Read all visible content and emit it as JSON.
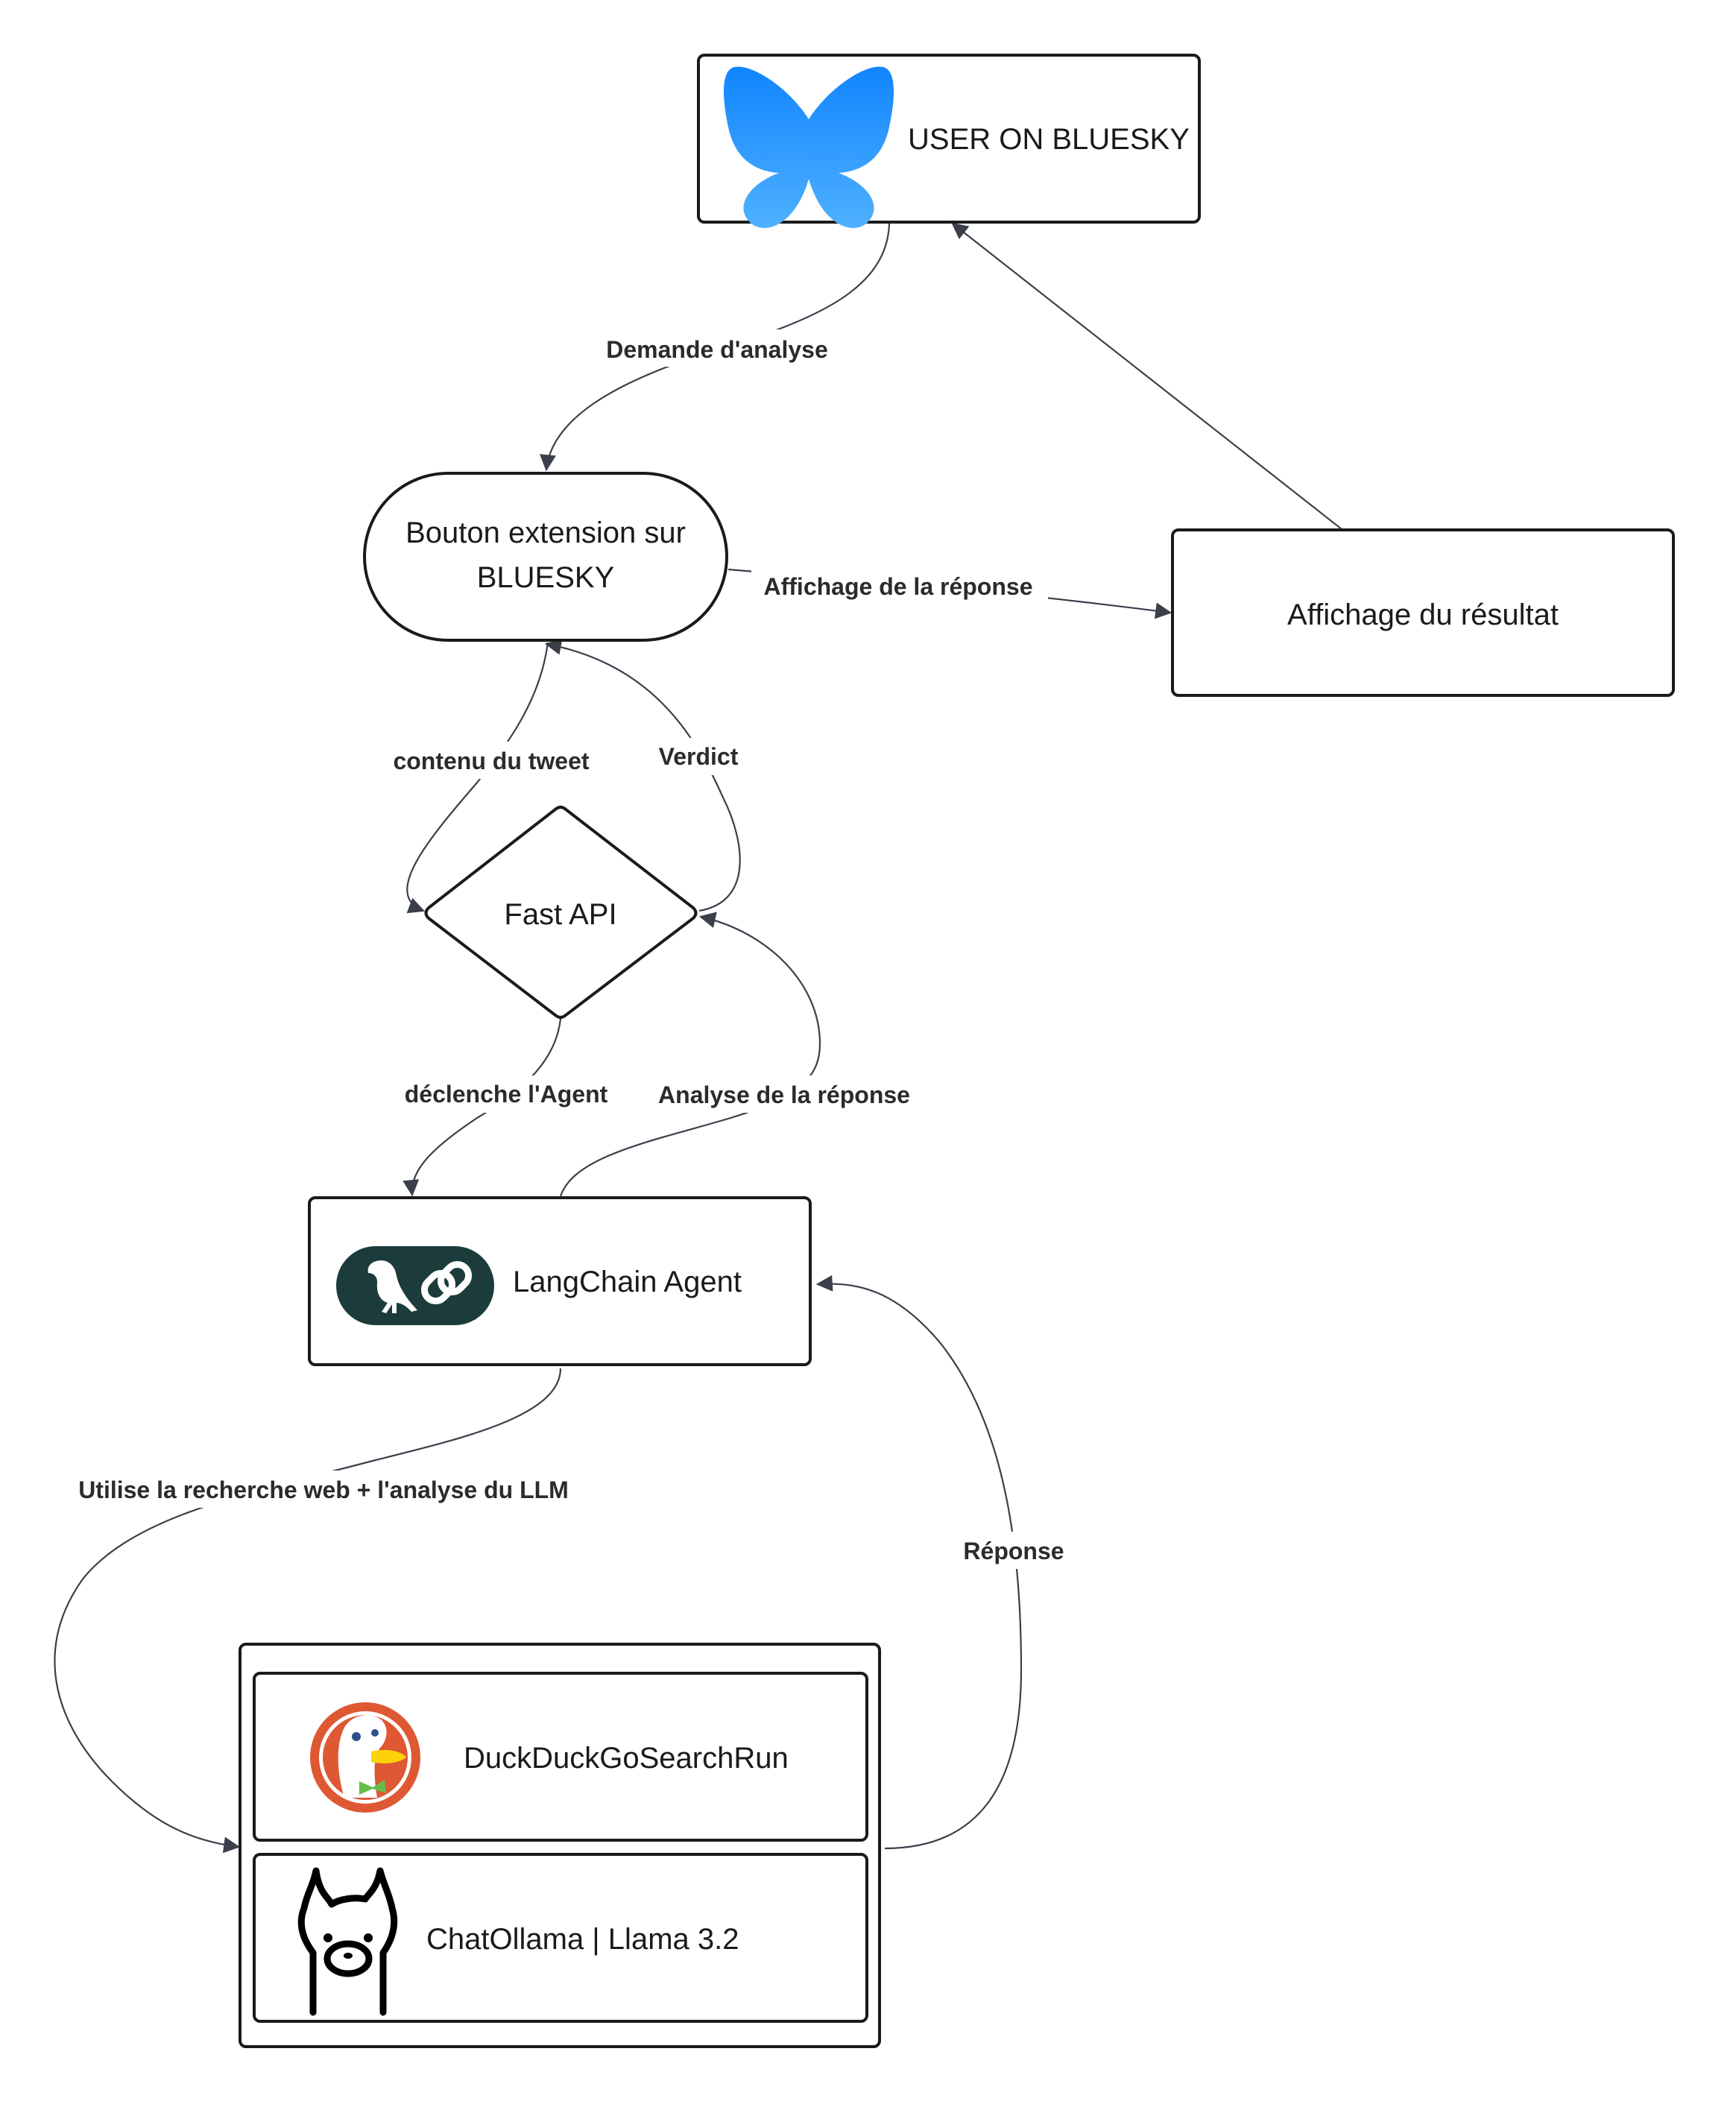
{
  "nodes": {
    "user_bluesky": "USER ON BLUESKY",
    "extension_button_line1": "Bouton extension sur",
    "extension_button_line2": "BLUESKY",
    "result_display": "Affichage du résultat",
    "fast_api": "Fast API",
    "langchain_agent": "LangChain Agent",
    "duckduckgo": "DuckDuckGoSearchRun",
    "chatollama": "ChatOllama | Llama 3.2"
  },
  "edges": {
    "demande_analyse": "Demande d'analyse",
    "affichage_reponse": "Affichage de la réponse",
    "contenu_tweet": "contenu du tweet",
    "verdict": "Verdict",
    "declenche_agent": "déclenche l'Agent",
    "analyse_reponse": "Analyse de la réponse",
    "utilise_recherche": "Utilise la recherche web + l'analyse du LLM",
    "reponse": "Réponse"
  },
  "icons": {
    "bluesky": "bluesky-butterfly-icon",
    "langchain": "langchain-parrot-link-icon",
    "duckduckgo": "duckduckgo-duck-icon",
    "ollama": "ollama-llama-icon"
  },
  "colors": {
    "bluesky_top": "#1185fe",
    "bluesky_bottom": "#4fb1ff",
    "langchain_bg": "#1c3c3c",
    "duckduckgo_orange": "#de5833",
    "edge": "#3a3f4a"
  }
}
